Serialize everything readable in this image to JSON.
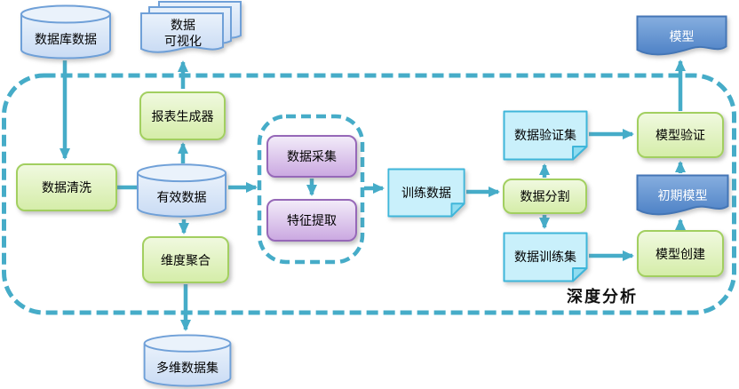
{
  "diagram": {
    "region_label": "深度分析",
    "nodes": {
      "db_data": "数据库数据",
      "data_viz": "数据\n可视化",
      "report_gen": "报表生成器",
      "data_clean": "数据清洗",
      "valid_data": "有效数据",
      "dim_agg": "维度聚合",
      "multi_dim": "多维数据集",
      "data_collect": "数据采集",
      "feat_extract": "特征提取",
      "train_data": "训练数据",
      "data_split": "数据分割",
      "valid_set": "数据验证集",
      "train_set": "数据训练集",
      "model_verify": "模型验证",
      "init_model": "初期模型",
      "model_create": "模型创建",
      "model": "模型"
    },
    "colors": {
      "arrow": "#46ACC8",
      "green-top": "#F0F9DF",
      "green-bottom": "#D5EDA9",
      "green-border": "#A2CF60",
      "purple-top": "#F2EBF9",
      "purple-bottom": "#CBA9E1",
      "purple-border": "#9668B8",
      "blue-top": "#EAF2FB",
      "blue-bottom": "#C9DBF4",
      "blue-border": "#6FA0D8",
      "cyan-fill": "#C9F0FB",
      "cyan-border": "#3FB6DA",
      "cyan-fold": "#8FDCF0",
      "doc-top": "#86AEDF",
      "doc-bottom": "#4E82C6",
      "doc-border": "#4476B6"
    }
  }
}
